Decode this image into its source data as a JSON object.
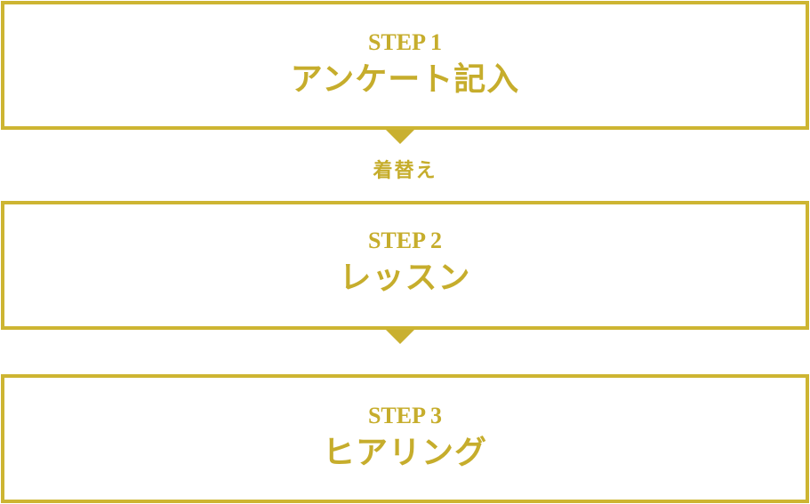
{
  "colors": {
    "accent": "#cdb532",
    "text": "#c6ad2c",
    "background": "#ffffff"
  },
  "steps": [
    {
      "label": "STEP 1",
      "title": "アンケート記入"
    },
    {
      "label": "STEP 2",
      "title": "レッスン"
    },
    {
      "label": "STEP 3",
      "title": "ヒアリング"
    }
  ],
  "transitions": [
    {
      "label": "着替え"
    },
    {
      "label": ""
    }
  ],
  "icons": {
    "arrow": "triangle-down"
  }
}
